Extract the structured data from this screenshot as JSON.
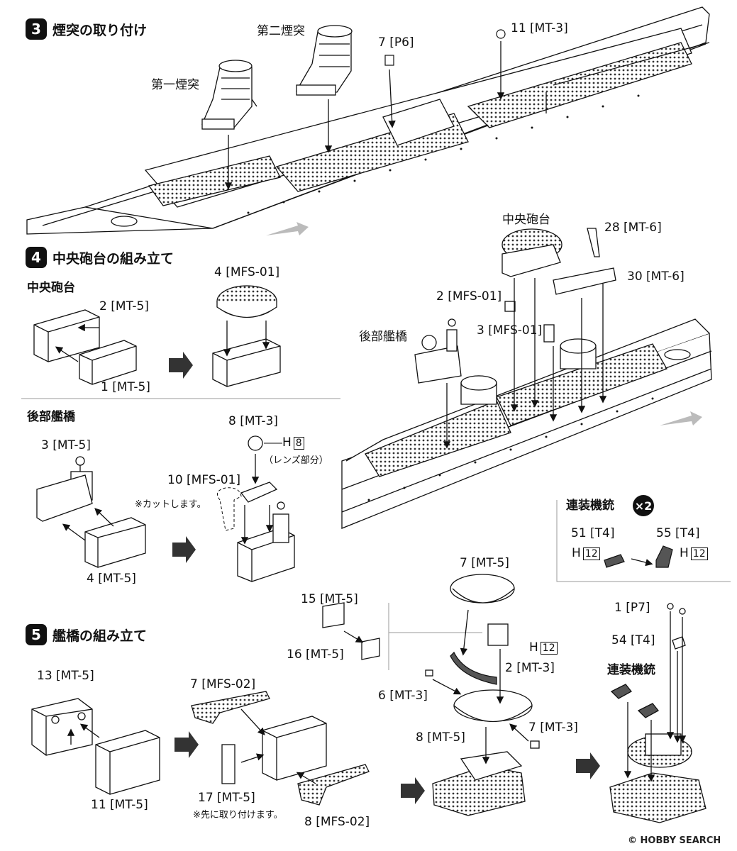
{
  "steps": [
    {
      "number": "3",
      "title": "煙突の取り付け"
    },
    {
      "number": "4",
      "title": "中央砲台の組み立て"
    },
    {
      "number": "5",
      "title": "艦橋の組み立て"
    }
  ],
  "step3": {
    "first_funnel": "第一煙突",
    "second_funnel": "第二煙突",
    "part_7_p6": "7 [P6]",
    "part_11_mt3": "11 [MT-3]"
  },
  "step4": {
    "sub_central": "中央砲台",
    "part_2_mt5": "2 [MT-5]",
    "part_1_mt5": "1 [MT-5]",
    "part_4_mfs01": "4 [MFS-01]",
    "sub_rear_bridge": "後部艦橋",
    "part_3_mt5": "3 [MT-5]",
    "part_4_mt5": "4 [MT-5]",
    "part_8_mt3": "8 [MT-3]",
    "h8": "H",
    "h8_num": "8",
    "lens_note": "（レンズ部分）",
    "part_10_mfs01": "10 [MFS-01]",
    "cut_note": "※カットします。",
    "right_central": "中央砲台",
    "part_28_mt6": "28 [MT-6]",
    "part_30_mt6": "30 [MT-6]",
    "part_2_mfs01": "2 [MFS-01]",
    "part_3_mfs01": "3 [MFS-01]",
    "right_rear_bridge": "後部艦橋"
  },
  "mg": {
    "title": "連装機銃",
    "times": "×2",
    "part_51_t4": "51 [T4]",
    "part_55_t4": "55 [T4]",
    "h": "H",
    "h_num": "12"
  },
  "step5": {
    "part_13_mt5": "13 [MT-5]",
    "part_11_mt5": "11 [MT-5]",
    "part_7_mfs02": "7 [MFS-02]",
    "part_17_mt5": "17 [MT-5]",
    "pre_note": "※先に取り付けます。",
    "part_8_mfs02": "8 [MFS-02]",
    "part_15_mt5": "15 [MT-5]",
    "part_16_mt5": "16 [MT-5]",
    "part_7_mt5": "7 [MT-5]",
    "h12": "H",
    "h12_num": "12",
    "part_2_mt3": "2 [MT-3]",
    "part_6_mt3": "6 [MT-3]",
    "part_7_mt3": "7 [MT-3]",
    "part_8_mt5": "8 [MT-5]",
    "part_1_p7": "1 [P7]",
    "part_54_t4": "54 [T4]",
    "mg_label": "連装機銃"
  },
  "watermark": "© HOBBY SEARCH"
}
